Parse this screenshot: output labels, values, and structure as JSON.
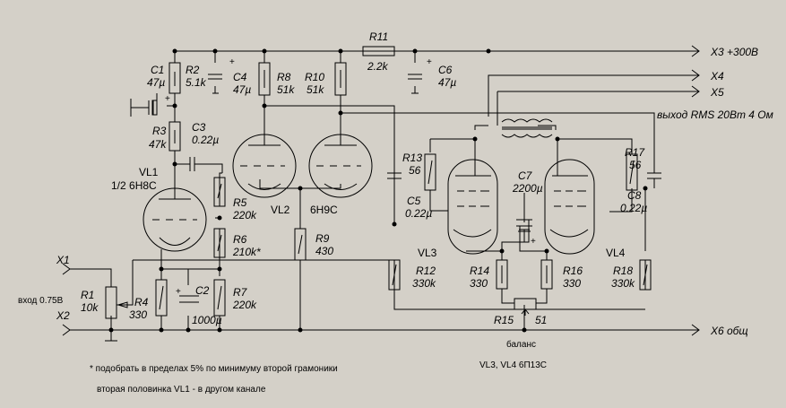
{
  "colors": {
    "background": "#d4d0c8",
    "line": "#000000"
  },
  "labels": {
    "x3": "X3 +300В",
    "x4": "X4",
    "x5": "X5",
    "out": "выход RMS 20Вт 4 Ом",
    "x6": "X6 общ",
    "x1": "X1",
    "x2": "X2",
    "in": "вход 0.75В",
    "vl1": "VL1",
    "vl1type": "1/2 6Н8С",
    "vl2": "VL2",
    "vl2type": "6Н9С",
    "vl3": "VL3",
    "vl4": "VL4",
    "balance": "баланс",
    "vl34": "VL3, VL4 6П13С",
    "note1": "* подобрать в пределах 5% по минимуму второй грамоники",
    "note2": "вторая половинка  VL1 - в другом канале",
    "plus": "+"
  },
  "components": [
    {
      "ref": "C1",
      "value": "47µ"
    },
    {
      "ref": "R2",
      "value": "5.1k"
    },
    {
      "ref": "C4",
      "value": "47µ"
    },
    {
      "ref": "R8",
      "value": "51k"
    },
    {
      "ref": "R10",
      "value": "51k"
    },
    {
      "ref": "R11",
      "value": "2.2k"
    },
    {
      "ref": "C6",
      "value": "47µ"
    },
    {
      "ref": "R3",
      "value": "47k"
    },
    {
      "ref": "C3",
      "value": "0.22µ"
    },
    {
      "ref": "R5",
      "value": "220k"
    },
    {
      "ref": "R6",
      "value": "210k*"
    },
    {
      "ref": "R9",
      "value": "430"
    },
    {
      "ref": "R13",
      "value": "56"
    },
    {
      "ref": "C5",
      "value": "0.22µ"
    },
    {
      "ref": "C7",
      "value": "2200µ"
    },
    {
      "ref": "R17",
      "value": "56"
    },
    {
      "ref": "C8",
      "value": "0.22µ"
    },
    {
      "ref": "R1",
      "value": "10k"
    },
    {
      "ref": "R4",
      "value": "330"
    },
    {
      "ref": "C2",
      "value": "1000µ"
    },
    {
      "ref": "R7",
      "value": "220k"
    },
    {
      "ref": "R12",
      "value": "330k"
    },
    {
      "ref": "R14",
      "value": "330"
    },
    {
      "ref": "R16",
      "value": "330"
    },
    {
      "ref": "R18",
      "value": "330k"
    },
    {
      "ref": "R15",
      "value": "51"
    }
  ]
}
